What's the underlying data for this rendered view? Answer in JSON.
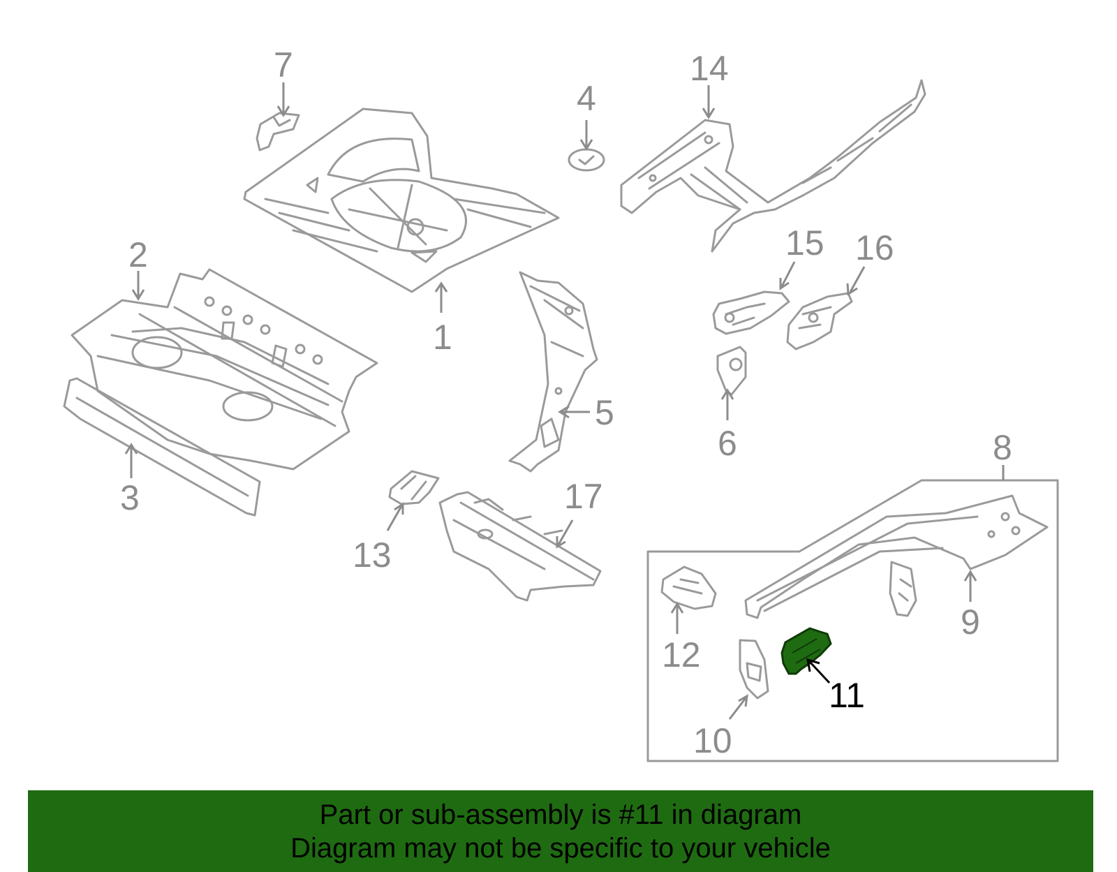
{
  "colors": {
    "part_line": "#9a9a9a",
    "highlight_fill": "#1f6b12",
    "highlight_label": "#000000",
    "callout_gray": "#8c8c8c",
    "banner_bg": "#1f6b12",
    "banner_text": "#000000"
  },
  "callouts": {
    "c1": "1",
    "c2": "2",
    "c3": "3",
    "c4": "4",
    "c5": "5",
    "c6": "6",
    "c7": "7",
    "c8": "8",
    "c9": "9",
    "c10": "10",
    "c11": "11",
    "c12": "12",
    "c13": "13",
    "c14": "14",
    "c15": "15",
    "c16": "16",
    "c17": "17"
  },
  "highlighted_part": "11",
  "banner": {
    "line1": "Part or sub-assembly is #11 in diagram",
    "line2": "Diagram may not be specific to your vehicle"
  }
}
